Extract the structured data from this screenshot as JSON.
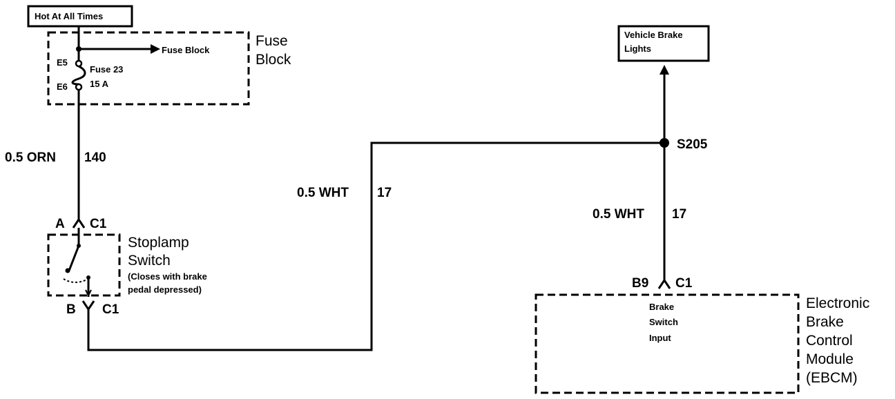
{
  "hot_label": "Hot At All Times",
  "fuse_block": {
    "title_line1": "Fuse",
    "title_line2": "Block",
    "arrow_label": "Fuse Block",
    "pin_e5": "E5",
    "pin_e6": "E6",
    "fuse_name": "Fuse 23",
    "fuse_rating": "15 A"
  },
  "wire_orn": {
    "gauge_color": "0.5 ORN",
    "circuit": "140"
  },
  "wire_wht_left": {
    "gauge_color": "0.5 WHT",
    "circuit": "17"
  },
  "wire_wht_right": {
    "gauge_color": "0.5 WHT",
    "circuit": "17"
  },
  "stoplamp": {
    "conn_top_pin": "A",
    "conn_top_name": "C1",
    "conn_bot_pin": "B",
    "conn_bot_name": "C1",
    "title_line1": "Stoplamp",
    "title_line2": "Switch",
    "note_line1": "(Closes with brake",
    "note_line2": "pedal depressed)"
  },
  "splice": "S205",
  "brake_lights": {
    "line1": "Vehicle Brake",
    "line2": "Lights"
  },
  "ebcm": {
    "conn_pin": "B9",
    "conn_name": "C1",
    "input_line1": "Brake",
    "input_line2": "Switch",
    "input_line3": "Input",
    "title_line1": "Electronic",
    "title_line2": "Brake",
    "title_line3": "Control",
    "title_line4": "Module",
    "title_line5": "(EBCM)"
  }
}
